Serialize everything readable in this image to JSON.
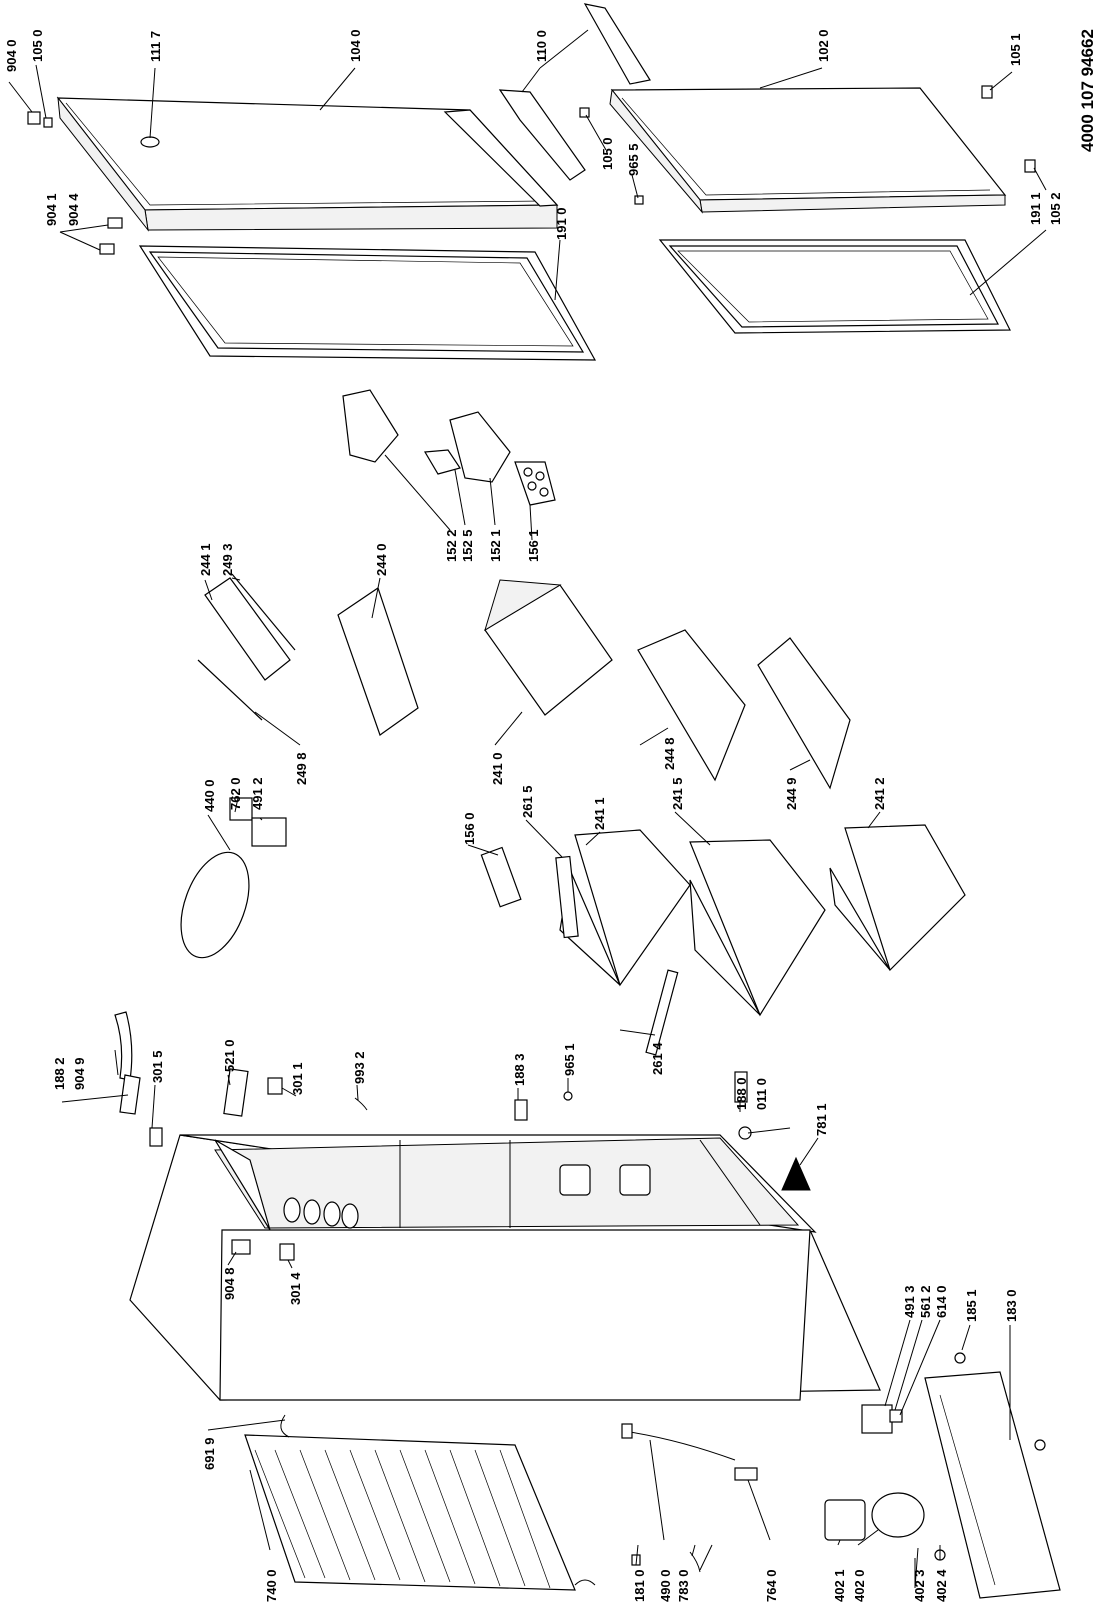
{
  "document_id": "4000 107 94662",
  "parts": {
    "p9040": "904 0",
    "p1050a": "105 0",
    "p1117": "111 7",
    "p1040": "104 0",
    "p1100": "110 0",
    "p1020": "102 0",
    "p1051": "105 1",
    "p1050b": "105 0",
    "p9655": "965 5",
    "p1052": "105 2",
    "p1911": "191 1",
    "p1910": "191 0",
    "p9041": "904 1",
    "p9044": "904 4",
    "p1522": "152 2",
    "p1525": "152 5",
    "p1521": "152 1",
    "p1561": "156 1",
    "p2441": "244 1",
    "p2493": "249 3",
    "p2440": "244 0",
    "p2498": "249 8",
    "p2410": "241 0",
    "p2448": "244 8",
    "p2449": "244 9",
    "p4400": "440 0",
    "p7620": "762 0",
    "p4912": "491 2",
    "p1560": "156 0",
    "p2615": "261 5",
    "p2411": "241 1",
    "p2415": "241 5",
    "p2412": "241 2",
    "p2614": "261 4",
    "p1882": "188 2",
    "p9049": "904 9",
    "p3015": "301 5",
    "p5210": "521 0",
    "p3011": "301 1",
    "p9932": "993 2",
    "p1883": "188 3",
    "p9651": "965 1",
    "p1880": "188 0",
    "p0110": "011 0",
    "p7811": "781 1",
    "p9048": "904 8",
    "p3014": "301 4",
    "p6919": "691 9",
    "p4913": "491 3",
    "p5612": "561 2",
    "p6140": "614 0",
    "p1851": "185 1",
    "p1830": "183 0",
    "p7400": "740 0",
    "p1810": "181 0",
    "p4900": "490 0",
    "p7830": "783 0",
    "p7640": "764 0",
    "p4021": "402 1",
    "p4020": "402 0",
    "p4023": "402 3",
    "p4024": "402 4"
  }
}
